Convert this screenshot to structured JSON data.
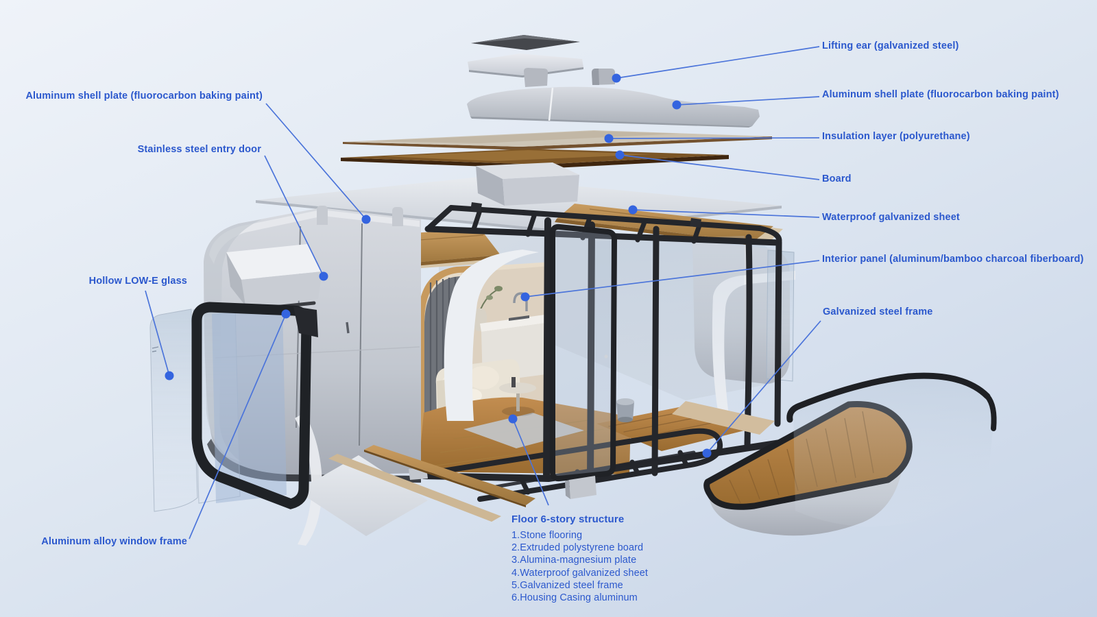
{
  "figure": "Capsule house exploded construction diagram",
  "colors": {
    "label_text": "#2b58cd",
    "leader_line": "#4b74da",
    "callout_dot": "#3464df",
    "bg_top": "#eff3f9",
    "bg_mid": "#e0e8f2",
    "bg_bottom": "#c7d4e7"
  },
  "callouts": {
    "lifting_ear": {
      "label": "Lifting ear (galvanized steel)"
    },
    "shell_right": {
      "label": "Aluminum shell plate (fluorocarbon baking paint)"
    },
    "insulation": {
      "label": "Insulation layer (polyurethane)"
    },
    "board": {
      "label": "Board"
    },
    "waterproof": {
      "label": "Waterproof galvanized sheet"
    },
    "interior_panel": {
      "label": "Interior panel (aluminum/bamboo charcoal fiberboard)"
    },
    "steel_frame": {
      "label": "Galvanized steel frame"
    },
    "shell_left": {
      "label": "Aluminum shell plate (fluorocarbon baking paint)"
    },
    "entry_door": {
      "label": "Stainless steel entry door"
    },
    "low_e_glass": {
      "label": "Hollow LOW-E glass"
    },
    "window_frame": {
      "label": "Aluminum alloy window frame"
    }
  },
  "floor_note": {
    "title": "Floor 6-story structure",
    "items": [
      "1.Stone flooring",
      "2.Extruded polystyrene board",
      "3.Alumina-magnesium plate",
      "4.Waterproof galvanized sheet",
      "5.Galvanized steel frame",
      "6.Housing Casing aluminum"
    ]
  }
}
